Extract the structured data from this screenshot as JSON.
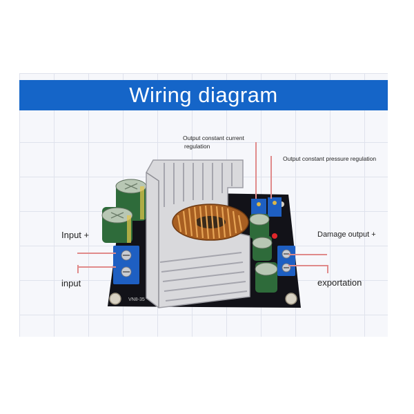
{
  "title": "Wiring diagram",
  "labels": {
    "current_regulation_line1": "Output constant current",
    "current_regulation_line2": "regulation",
    "pressure_regulation": "Output constant pressure regulation",
    "input_plus": "Input +",
    "input": "input",
    "damage_output_plus": "Damage output +",
    "exportation": "exportation"
  },
  "board_silkscreen": "VN8-35",
  "colors": {
    "banner": "#1565c8",
    "pcb": "#121218",
    "terminal_block": "#1e5fc2",
    "heatsink": "#d9d9dc",
    "inductor_copper": "#c77a2e",
    "capacitor": "#2e6b3a",
    "leader_lines": "#e08a8a"
  }
}
